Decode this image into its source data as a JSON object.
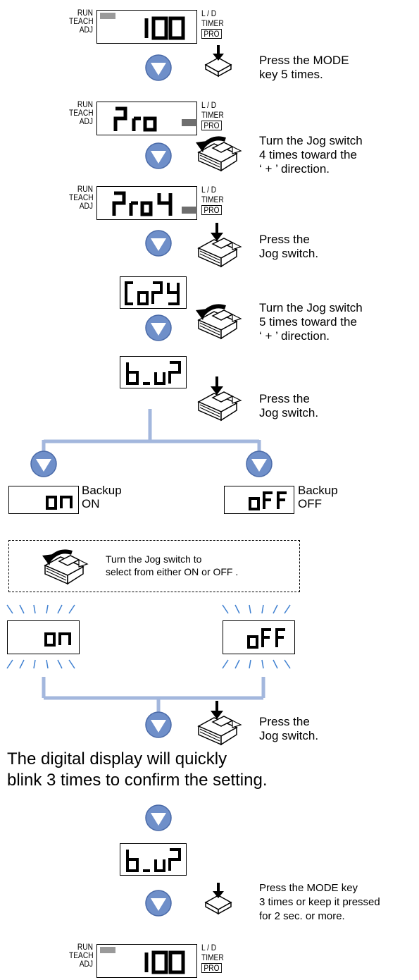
{
  "display_labels": {
    "left": "RUN\nTEACH\nADJ",
    "right_top": "L / D",
    "right_mid": "TIMER",
    "right_box": "PRO"
  },
  "segment_readouts": {
    "value": "100",
    "pro": "Pro",
    "pro4": "Pro4",
    "copy": "CoPY",
    "bup": "b_uP",
    "on": "on",
    "off": "oFF"
  },
  "steps": [
    {
      "instruction": "Press the MODE\nkey 5 times."
    },
    {
      "instruction": "Turn the Jog switch\n4 times toward the\n‘ + ’ direction."
    },
    {
      "instruction": "Press the\nJog switch."
    },
    {
      "instruction": "Turn the Jog switch\n5 times toward the\n‘ + ’ direction."
    },
    {
      "instruction": "Press the\nJog switch."
    },
    {
      "instruction": "Press the\nJog switch."
    },
    {
      "instruction": "Press the MODE key\n3 times or keep it pressed\nfor 2 sec. or more."
    }
  ],
  "options": {
    "backup_on": "Backup\nON",
    "backup_off": "Backup\nOFF"
  },
  "select_note": "Turn the Jog switch to\nselect from either ON or OFF .",
  "confirm_text": "The digital display will quickly\nblink 3 times to confirm the setting.",
  "colors": {
    "flow_line": "#a3b7dd",
    "arrow_fill": "#6f8fc9",
    "arrow_stroke": "#4a6aa8",
    "blink_rays": "#3d7fd0",
    "indicator": "#9a9a9a"
  }
}
